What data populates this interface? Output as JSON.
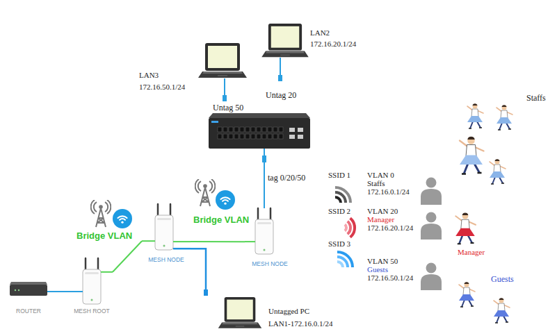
{
  "diagram": {
    "nodes": [
      {
        "text": [
          "LAN3",
          "172.16.50.1/24"
        ]
      },
      {
        "text": [
          "LAN2",
          "172.16.20.1/24"
        ]
      },
      {
        "text": [
          "ROUTER"
        ]
      },
      {
        "text": [
          "MESH ROOT"
        ]
      },
      {
        "text": [
          "MESH NODE"
        ]
      },
      {
        "text": [
          "MESH NODE"
        ]
      },
      {
        "text": [
          "Untagged PC",
          "LAN1-172.16.0.1/24"
        ]
      }
    ],
    "edges": [
      {
        "from": 2,
        "to": 3,
        "arrow": "none"
      },
      {
        "from": 3,
        "to": 4,
        "arrow": "none"
      },
      {
        "from": 4,
        "to": 5,
        "arrow": "none"
      },
      {
        "from": 4,
        "to": 6,
        "arrow": "none"
      }
    ],
    "labels": [
      "Untag 50",
      "Untag 20",
      "tag 0/20/50",
      "Bridge VLAN",
      "Bridge VLAN",
      "SSID 1",
      "VLAN 0",
      "Staffs",
      "172.16.0.1/24",
      "SSID 2",
      "VLAN 20",
      "Manager",
      "172.16.20.1/24",
      "SSID 3",
      "VLAN 50",
      "Guests",
      "172.16.50.1/24",
      "Staffs",
      "Manager",
      "Guests"
    ]
  }
}
